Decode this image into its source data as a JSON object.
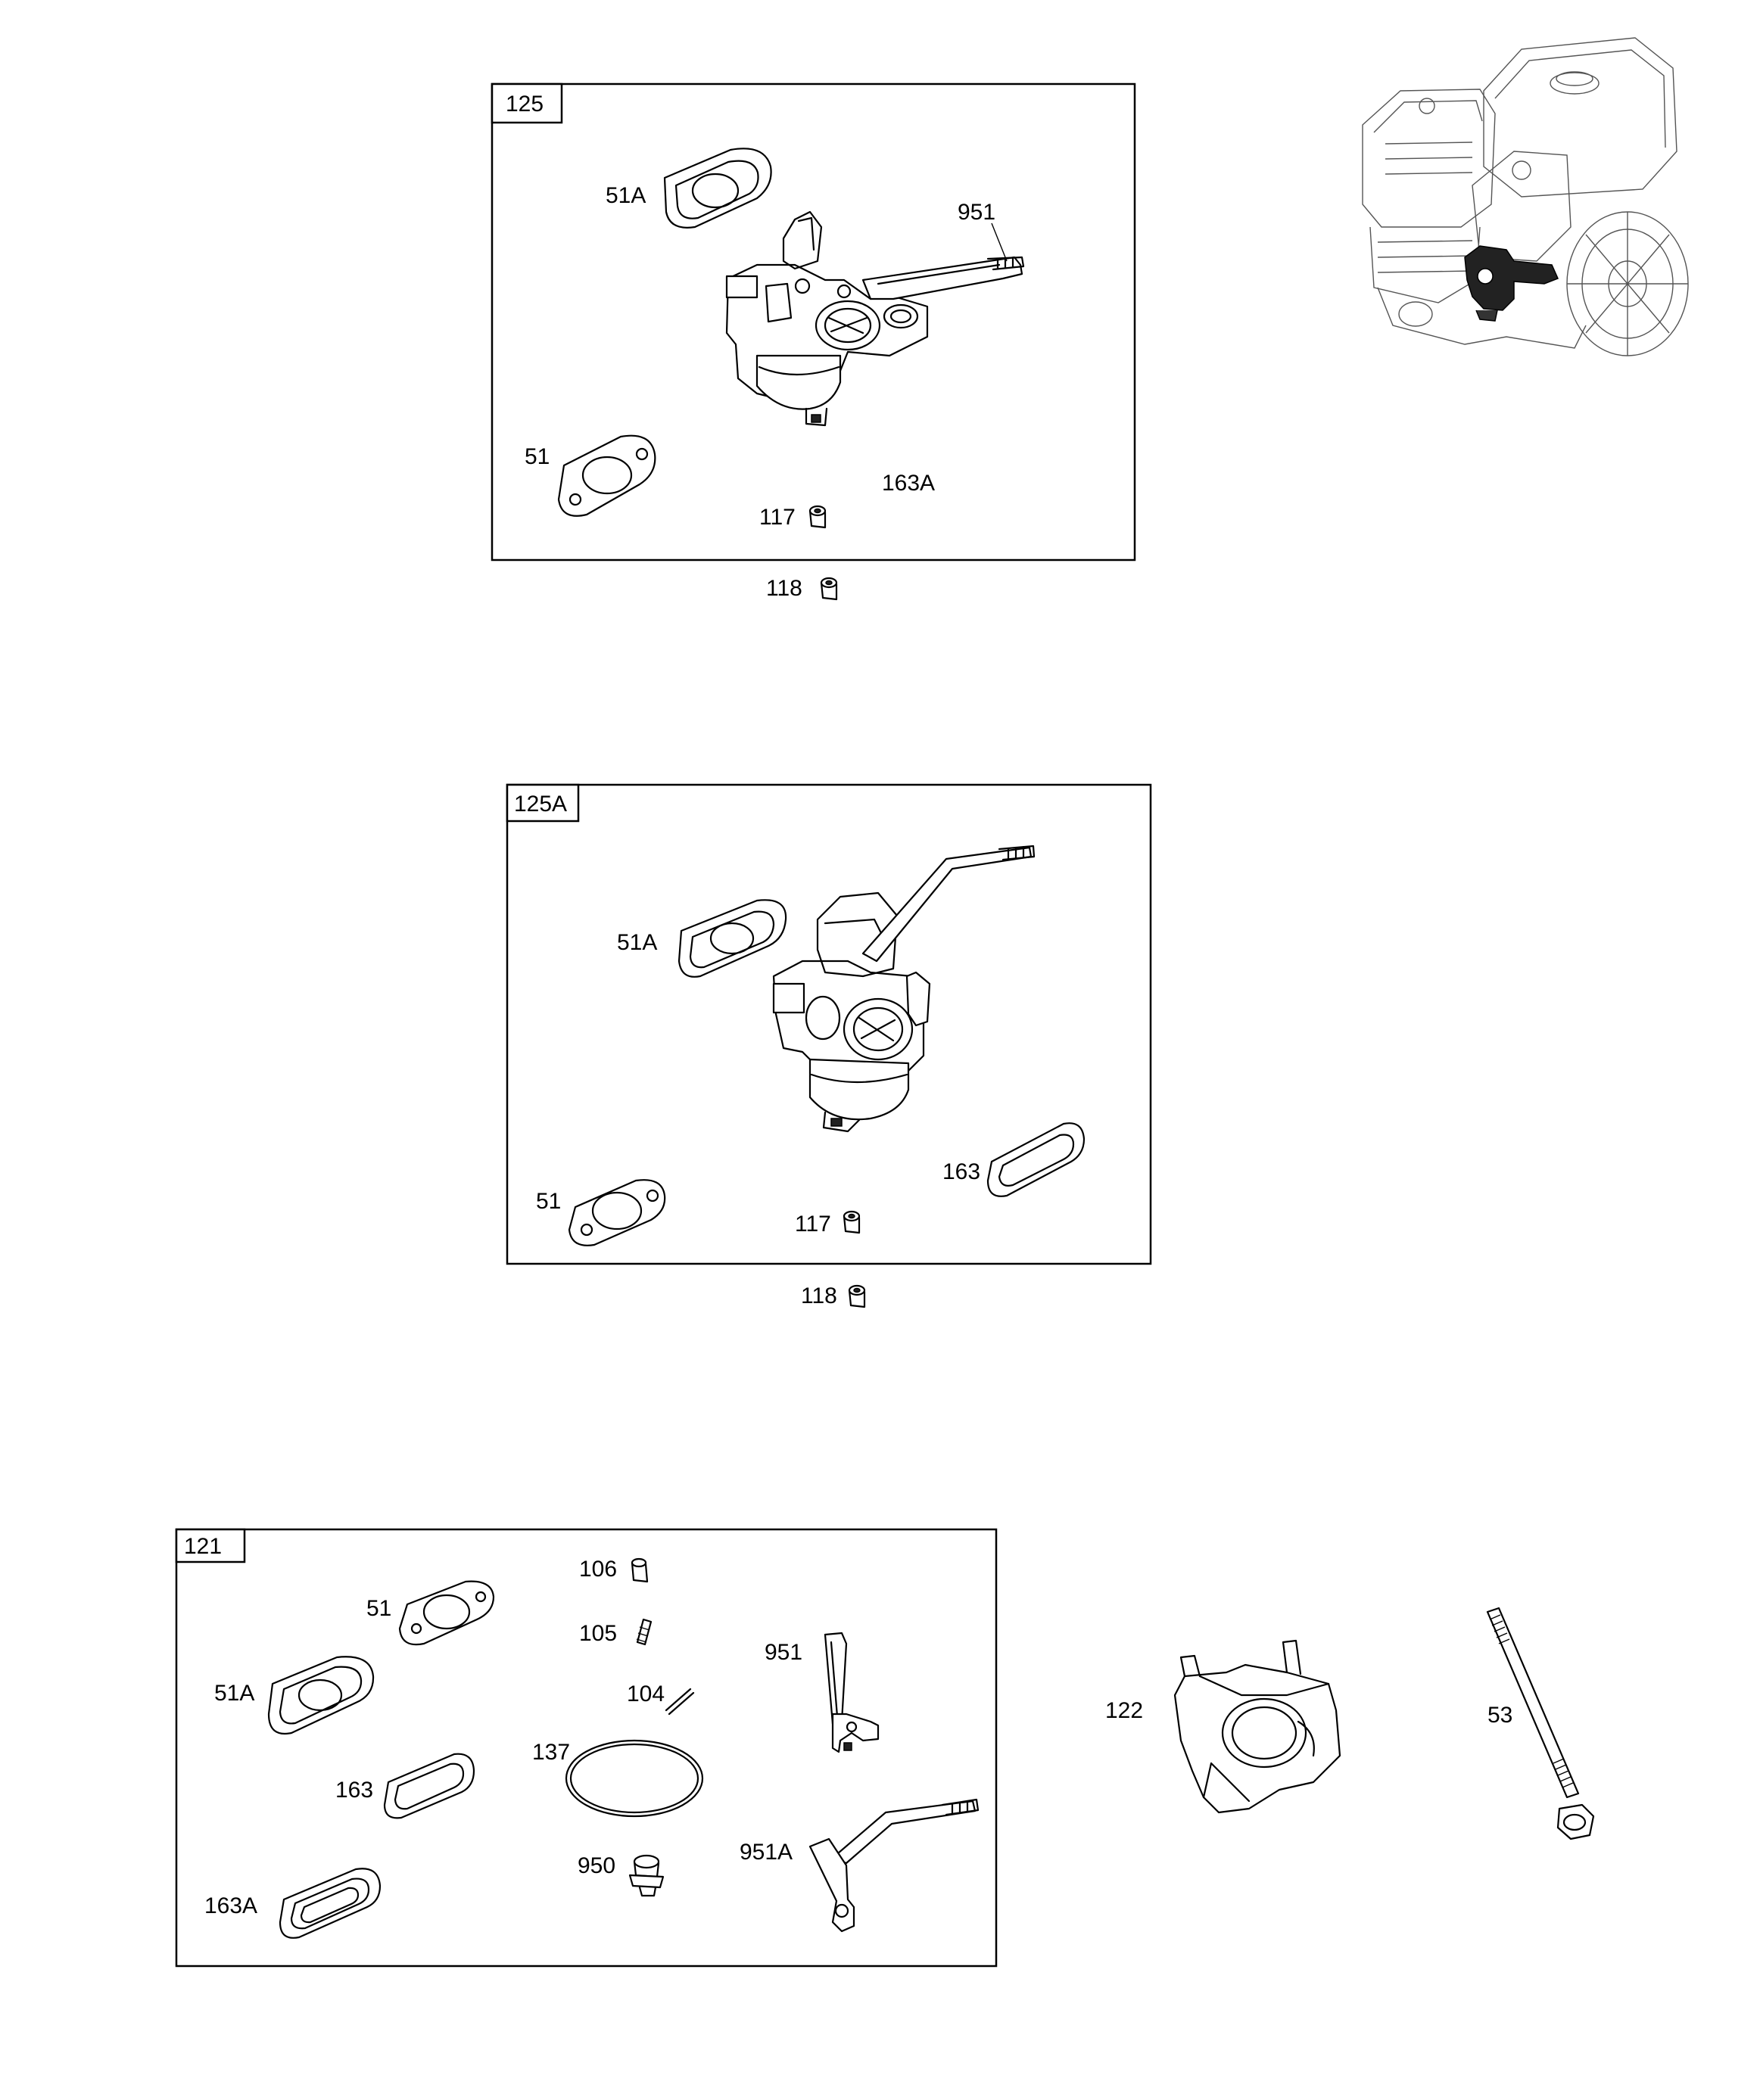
{
  "assemblies": {
    "top": {
      "tag": "125",
      "labels": {
        "gasket_upper": "51A",
        "lever": "951",
        "gasket_lower": "51",
        "carb": "163A",
        "nut_inner": "117",
        "nut_outer": "118"
      }
    },
    "middle": {
      "tag": "125A",
      "labels": {
        "gasket_upper": "51A",
        "gasket_lower": "51",
        "gasket_right": "163",
        "nut_inner": "117",
        "nut_outer": "118"
      }
    },
    "kit": {
      "tag": "121",
      "labels": {
        "gasket_51": "51",
        "gasket_51a": "51A",
        "gasket_163": "163",
        "gasket_163a": "163A",
        "part_106": "106",
        "part_105": "105",
        "part_104": "104",
        "part_137": "137",
        "part_950": "950",
        "lever_951": "951",
        "lever_951a": "951A"
      }
    }
  },
  "loose_parts": {
    "spacer": "122",
    "stud": "53"
  }
}
